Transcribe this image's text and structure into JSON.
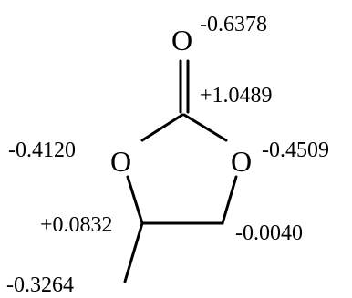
{
  "molecule": {
    "atoms": {
      "carbonyl_oxygen": {
        "symbol": "O",
        "charge": "-0.6378"
      },
      "carbonyl_carbon": {
        "charge": "+1.0489"
      },
      "left_ring_oxygen": {
        "symbol": "O",
        "charge": "-0.4120"
      },
      "right_ring_oxygen": {
        "symbol": "O",
        "charge": "-0.4509"
      },
      "methine_carbon": {
        "charge": "+0.0832"
      },
      "methylene_carbon": {
        "charge": "-0.0040"
      },
      "methyl_carbon": {
        "charge": "-0.3264"
      }
    }
  }
}
